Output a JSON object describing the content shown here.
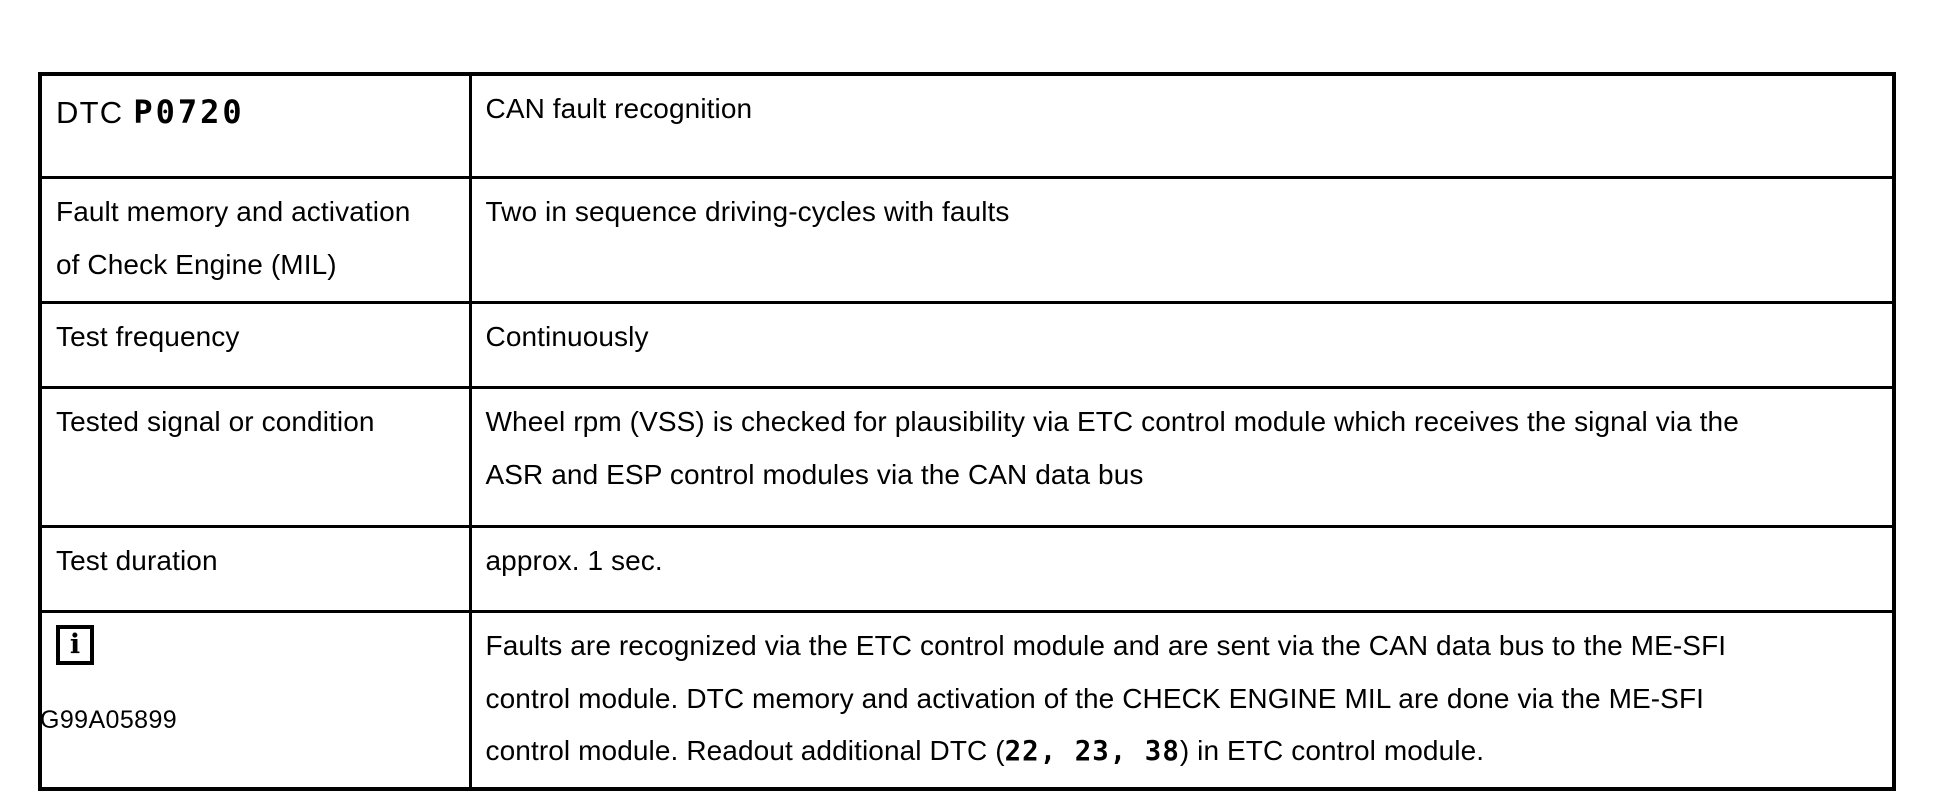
{
  "document": {
    "figure_id": "G99A05899"
  },
  "table": {
    "rows": [
      {
        "id": "dtc",
        "label_prefix": "DTC",
        "label_code": "P0720",
        "value_lines": [
          "CAN fault recognition"
        ]
      },
      {
        "id": "fault-memory",
        "label_lines": [
          "Fault memory and activation",
          "of Check Engine (MIL)"
        ],
        "value_lines": [
          "Two in sequence driving-cycles with faults"
        ]
      },
      {
        "id": "test-frequency",
        "label_lines": [
          "Test frequency"
        ],
        "value_lines": [
          "Continuously"
        ]
      },
      {
        "id": "tested-signal",
        "label_lines": [
          "Tested signal or condition"
        ],
        "value_lines": [
          "Wheel rpm (VSS) is checked for plausibility via ETC control module which receives the signal via the",
          "ASR and ESP control modules via the CAN data bus"
        ]
      },
      {
        "id": "test-duration",
        "label_lines": [
          "Test duration"
        ],
        "value_lines": [
          "approx. 1 sec."
        ]
      },
      {
        "id": "information-note",
        "label_symbol": "i",
        "note_line_1": "Faults are recognized via the ETC control module and are sent via the CAN data bus to the ME-SFI",
        "note_line_2": "control module.  DTC memory and activation of the CHECK ENGINE MIL are done via the ME-SFI",
        "note_line_3_a": "control module.  Readout additional DTC (",
        "note_line_3_codes": "22,  23,  38",
        "note_line_3_b": ") in ETC control module."
      }
    ]
  }
}
